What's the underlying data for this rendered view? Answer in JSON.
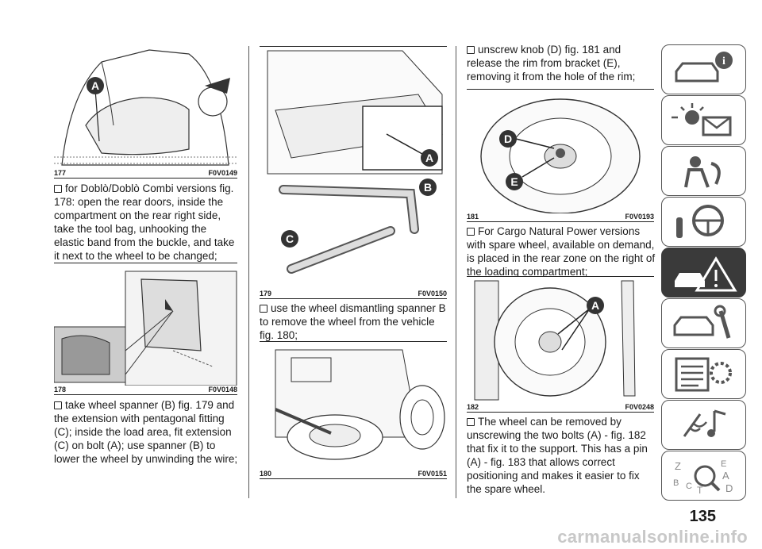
{
  "figures": [
    {
      "num": "177",
      "code": "F0V0149",
      "labels": [
        "A"
      ]
    },
    {
      "num": "178",
      "code": "F0V0148",
      "labels": []
    },
    {
      "num": "179",
      "code": "F0V0150",
      "labels": [
        "A",
        "B",
        "C"
      ]
    },
    {
      "num": "180",
      "code": "F0V0151",
      "labels": []
    },
    {
      "num": "181",
      "code": "F0V0193",
      "labels": [
        "D",
        "E"
      ]
    },
    {
      "num": "182",
      "code": "F0V0248",
      "labels": [
        "A"
      ]
    }
  ],
  "paragraphs": [
    "for Doblò/Doblò Combi versions fig. 178: open the rear doors, inside the compartment on the rear right side, take the tool bag, unhooking the elastic band from the buckle, and take it next to the wheel to be changed;",
    "take wheel spanner (B) fig. 179 and the extension with pentagonal fitting (C); inside the load area, fit extension (C) on bolt (A); use spanner (B) to lower the wheel by unwinding the wire;",
    "use the wheel dismantling spanner B to remove the wheel from the vehicle fig. 180;",
    "unscrew knob (D) fig. 181 and release the rim from bracket (E), removing it from the hole of the rim;",
    "For Cargo Natural Power versions with spare wheel, available on demand, is placed in the rear zone on the right of the loading compartment;",
    "The wheel can be removed by unscrewing the two bolts (A) - fig. 182 that fix it to the support. This has a pin (A) - fig. 183 that allows correct positioning and makes it easier to fix the spare wheel."
  ],
  "page_number": "135",
  "watermark": "carmanualsonline.info",
  "sidebar": {
    "tabs": [
      "car-info-icon",
      "lights-message-icon",
      "safety-seat-icon",
      "dashboard-steering-icon",
      "emergency-triangle-icon",
      "maintenance-car-icon",
      "technical-data-icon",
      "multimedia-icon",
      "index-icon"
    ],
    "active_index": 4,
    "index_letters": [
      "Z",
      "E",
      "A",
      "B",
      "C",
      "T",
      "D"
    ]
  },
  "colors": {
    "active_tab": "#3a3a3a",
    "tab_border": "#555555",
    "text": "#1a1a1a"
  }
}
